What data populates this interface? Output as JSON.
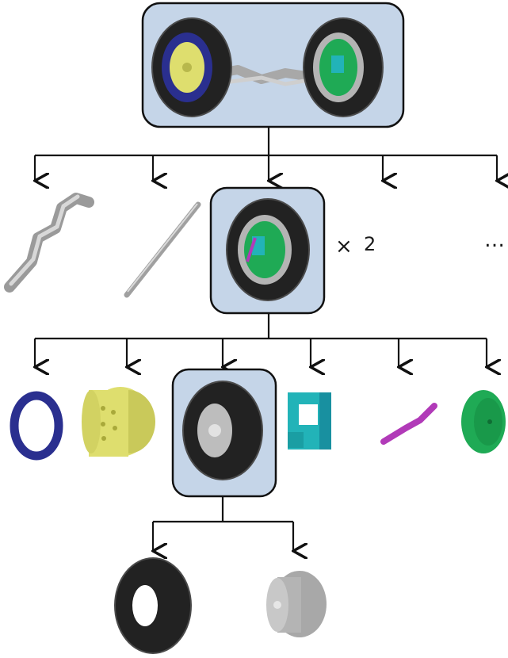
{
  "diagram": {
    "multiplier_symbol": "×",
    "multiplier_value": "2",
    "ellipsis": "…"
  },
  "colors": {
    "box_fill": "#c5d5e8",
    "box_stroke": "#111111",
    "connector": "#111111",
    "tire": "#222222",
    "tire_highlight": "#4a4a4a",
    "ring_blue": "#2a2f8f",
    "hub_yellow": "#dede6e",
    "mount_cyan": "#22b3b8",
    "link_purple": "#b13ab8",
    "disc_green": "#1faa55",
    "rim_grey": "#b4b4b4",
    "axle_grey": "#c4c4c4"
  },
  "nodes": {
    "root": "axle-assembly",
    "level1": [
      "axle-beam",
      "tie-rod",
      "wheel-end-assembly",
      "more-components-arrow",
      "more-components-arrow"
    ],
    "level2": [
      "blue-ring",
      "yellow-hub",
      "wheel-assembly",
      "cyan-bracket",
      "purple-link",
      "green-disc"
    ],
    "level3": [
      "tire",
      "grey-rim"
    ]
  }
}
